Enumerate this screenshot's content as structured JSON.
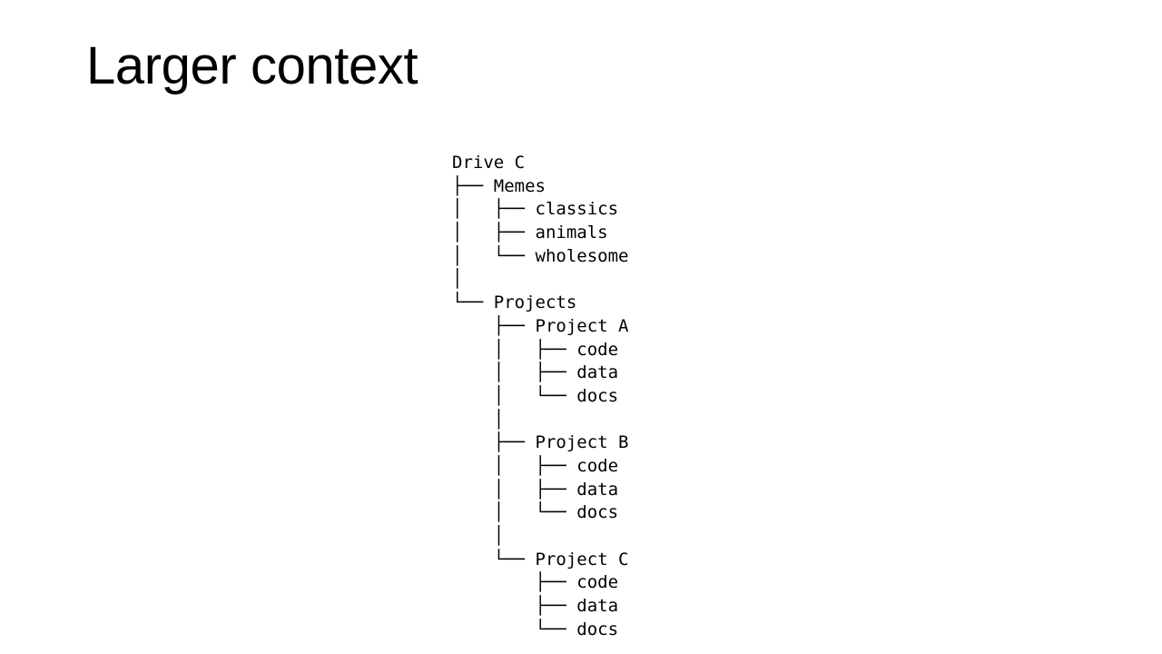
{
  "slide": {
    "title": "Larger context",
    "background_color": "#ffffff",
    "text_color": "#000000"
  },
  "tree": {
    "root_label": "Drive C",
    "lines": [
      "Drive C",
      "├── Memes",
      "│   ├── classics",
      "│   ├── animals",
      "│   └── wholesome",
      "│",
      "└── Projects",
      "    ├── Project A",
      "    │   ├── code",
      "    │   ├── data",
      "    │   └── docs",
      "    │",
      "    ├── Project B",
      "    │   ├── code",
      "    │   ├── data",
      "    │   └── docs",
      "    │",
      "    └── Project C",
      "        ├── code",
      "        ├── data",
      "        └── docs"
    ],
    "nodes": [
      {
        "label": "Drive C",
        "depth": 0,
        "type": "drive"
      },
      {
        "label": "Memes",
        "depth": 1,
        "type": "folder"
      },
      {
        "label": "classics",
        "depth": 2,
        "type": "folder"
      },
      {
        "label": "animals",
        "depth": 2,
        "type": "folder"
      },
      {
        "label": "wholesome",
        "depth": 2,
        "type": "folder"
      },
      {
        "label": "Projects",
        "depth": 1,
        "type": "folder"
      },
      {
        "label": "Project A",
        "depth": 2,
        "type": "folder"
      },
      {
        "label": "code",
        "depth": 3,
        "type": "folder"
      },
      {
        "label": "data",
        "depth": 3,
        "type": "folder"
      },
      {
        "label": "docs",
        "depth": 3,
        "type": "folder"
      },
      {
        "label": "Project B",
        "depth": 2,
        "type": "folder"
      },
      {
        "label": "code",
        "depth": 3,
        "type": "folder"
      },
      {
        "label": "data",
        "depth": 3,
        "type": "folder"
      },
      {
        "label": "docs",
        "depth": 3,
        "type": "folder"
      },
      {
        "label": "Project C",
        "depth": 2,
        "type": "folder"
      },
      {
        "label": "code",
        "depth": 3,
        "type": "folder"
      },
      {
        "label": "data",
        "depth": 3,
        "type": "folder"
      },
      {
        "label": "docs",
        "depth": 3,
        "type": "folder"
      }
    ]
  }
}
